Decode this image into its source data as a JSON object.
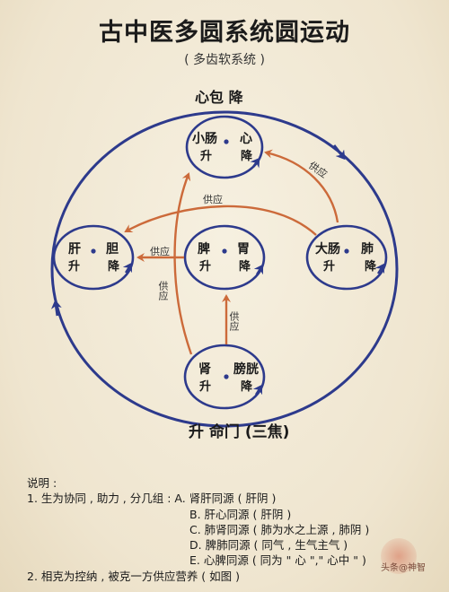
{
  "title": "古中医多圆系统圆运动",
  "subtitle": "( 多齿软系统 )",
  "outer": {
    "top_label": "心包 降",
    "bottom_label": "升 命门 (三焦)"
  },
  "circles": {
    "heart": {
      "left": "小肠",
      "right": "心",
      "left_dir": "升",
      "right_dir": "降"
    },
    "liver": {
      "left": "肝",
      "right": "胆",
      "left_dir": "升",
      "right_dir": "降"
    },
    "spleen": {
      "left": "脾",
      "right": "胃",
      "left_dir": "升",
      "right_dir": "降"
    },
    "lung": {
      "left": "大肠",
      "right": "肺",
      "left_dir": "升",
      "right_dir": "降"
    },
    "kidney": {
      "left": "肾",
      "right": "膀胱",
      "left_dir": "升",
      "right_dir": "降"
    }
  },
  "arrows": {
    "lung_to_heart": "供应",
    "lung_to_liver": "供应",
    "spleen_to_liver": "供应",
    "kidney_to_heart": "供应",
    "kidney_to_spleen": "供应"
  },
  "notes": {
    "heading": "说明 :",
    "line1_prefix": "1. 生为协同 , 助力 , 分几组 : A. 肾肝同源 ( 肝阴 )",
    "line1_b": "B. 肝心同源 ( 肝阴 )",
    "line1_c": "C. 肺肾同源 ( 肺为水之上源 , 肺阴 )",
    "line1_d": "D. 脾肺同源 ( 同气 , 生气主气 )",
    "line1_e": "E. 心脾同源 ( 同为 \" 心 \",\" 心中 \" )",
    "line2": "2. 相克为控纳 , 被克一方供应营养 ( 如图 )"
  },
  "watermark": "头条@神智",
  "colors": {
    "line": "#2d3a8c",
    "arrow": "#cc6a3a",
    "dot": "#2d3a8c"
  }
}
